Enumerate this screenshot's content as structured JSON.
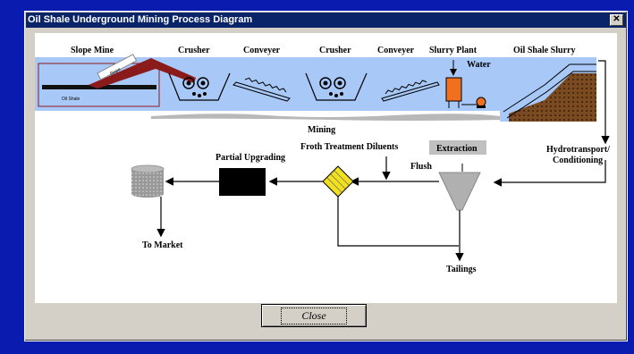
{
  "window": {
    "title": "Oil Shale Underground Mining Process Diagram",
    "close_glyph": "✕"
  },
  "diagram": {
    "top_labels": {
      "slope_mine": "Slope Mine",
      "crusher_1": "Crusher",
      "conveyer_1": "Conveyer",
      "crusher_2": "Crusher",
      "conveyer_2": "Conveyer",
      "slurry_plant": "Slurry Plant",
      "oil_shale_slurry": "Oil Shale Slurry"
    },
    "water": "Water",
    "oil_shale_seam": "Oil Shale",
    "slope_tag": "Slope",
    "mining": "Mining",
    "hydrotransport_line1": "Hydrotransport/",
    "hydrotransport_line2": "Conditioning",
    "extraction": "Extraction",
    "flush": "Flush",
    "froth_treatment": "Froth Treatment Diluents",
    "partial_upgrading": "Partial Upgrading",
    "to_market": "To Market",
    "tailings": "Tailings"
  },
  "colors": {
    "titlebar": "#0a246a",
    "panel_blue": "#a8c8f8",
    "mine_red": "#8b1a1a",
    "slurry_orange": "#f07020",
    "froth_yellow": "#f0e020",
    "extraction_gray": "#c0c0c0"
  },
  "footer": {
    "close_label": "Close"
  }
}
